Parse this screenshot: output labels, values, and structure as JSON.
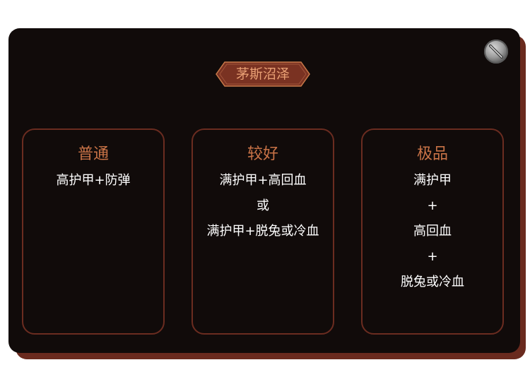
{
  "title": "茅斯沼泽",
  "close_icon": "close-icon",
  "colors": {
    "panel_bg": "#110b0a",
    "panel_shadow": "#6a2a1e",
    "card_border": "#6b2c20",
    "card_title": "#c97347",
    "banner_text": "#e9a074",
    "body_text": "#ffffff"
  },
  "cards": [
    {
      "title": "普通",
      "lines": [
        "高护甲+防弹"
      ]
    },
    {
      "title": "较好",
      "lines": [
        "满护甲+高回血",
        "或",
        "满护甲+脱兔或冷血"
      ]
    },
    {
      "title": "极品",
      "lines": [
        "满护甲",
        "+",
        "高回血",
        "+",
        "脱兔或冷血"
      ]
    }
  ]
}
